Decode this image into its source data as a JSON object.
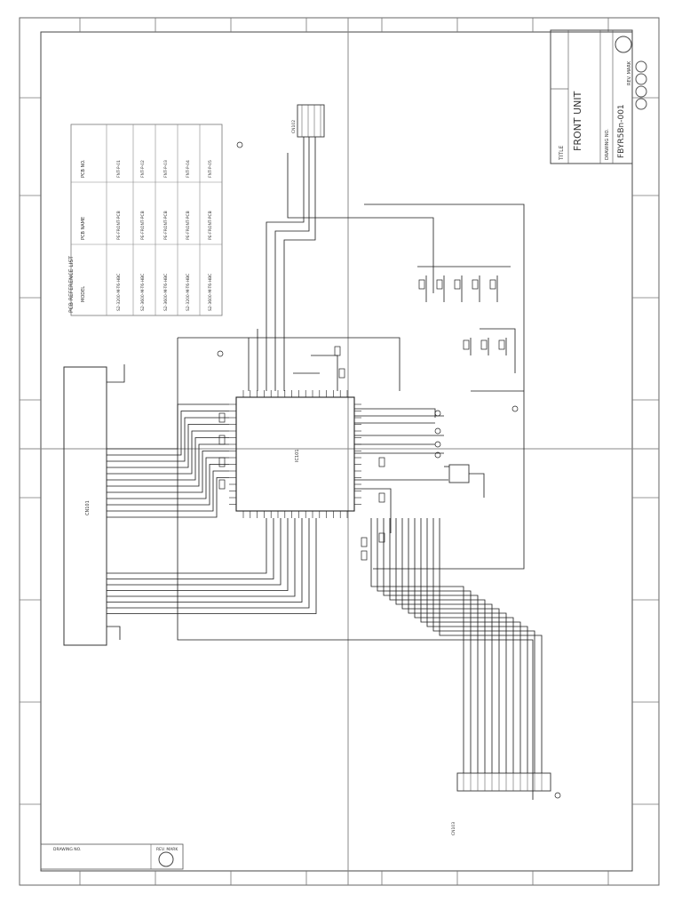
{
  "title_block": {
    "title_label": "TITLE",
    "title": "FRONT UNIT",
    "drawing_no_label": "DRAWING NO.",
    "drawing_no": "FBYR5Bn-001",
    "rev_label": "REV. MARK"
  },
  "bottom_block": {
    "drawing_no_label": "DRAWING NO.",
    "rev_label": "REV. MARK"
  },
  "pcb_table": {
    "title": "PCB REFERENCE LIST",
    "col_model": "MODEL",
    "col_pcb_name": "PCB NAME",
    "col_pcb_no": "PCB NO.",
    "rows": [
      {
        "model": "S2-3200-M-T6-HBC",
        "pcb_name": "PE-FRONT-PCB",
        "pcb_no": "FNT-P-01"
      },
      {
        "model": "S2-3600-M-T6-HBC",
        "pcb_name": "PE-FRONT-PCB",
        "pcb_no": "FNT-P-02"
      },
      {
        "model": "S2-3600-M-T6-HBC",
        "pcb_name": "PE-FRONT-PCB",
        "pcb_no": "FNT-P-03"
      },
      {
        "model": "S2-3200-M-T6-HBC",
        "pcb_name": "PE-FRONT-PCB",
        "pcb_no": "FNT-P-04"
      },
      {
        "model": "S2-3600-M-T6-HBC",
        "pcb_name": "PE-FRONT-PCB",
        "pcb_no": "FNT-P-05"
      }
    ]
  },
  "components": {
    "main_ic_ref": "IC101",
    "display_ref": "CN101",
    "connector_top_ref": "CN102",
    "connector_bottom_ref": "CN103"
  },
  "colors": {
    "line": "#1a1a1a",
    "frame": "#555555",
    "faint": "#9a9a9a"
  }
}
